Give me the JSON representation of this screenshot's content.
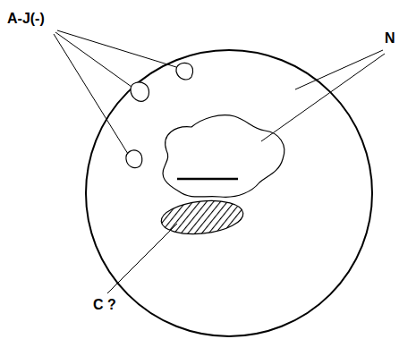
{
  "diagram": {
    "labels": [
      "A-J(-)",
      "N",
      "C ?"
    ]
  }
}
